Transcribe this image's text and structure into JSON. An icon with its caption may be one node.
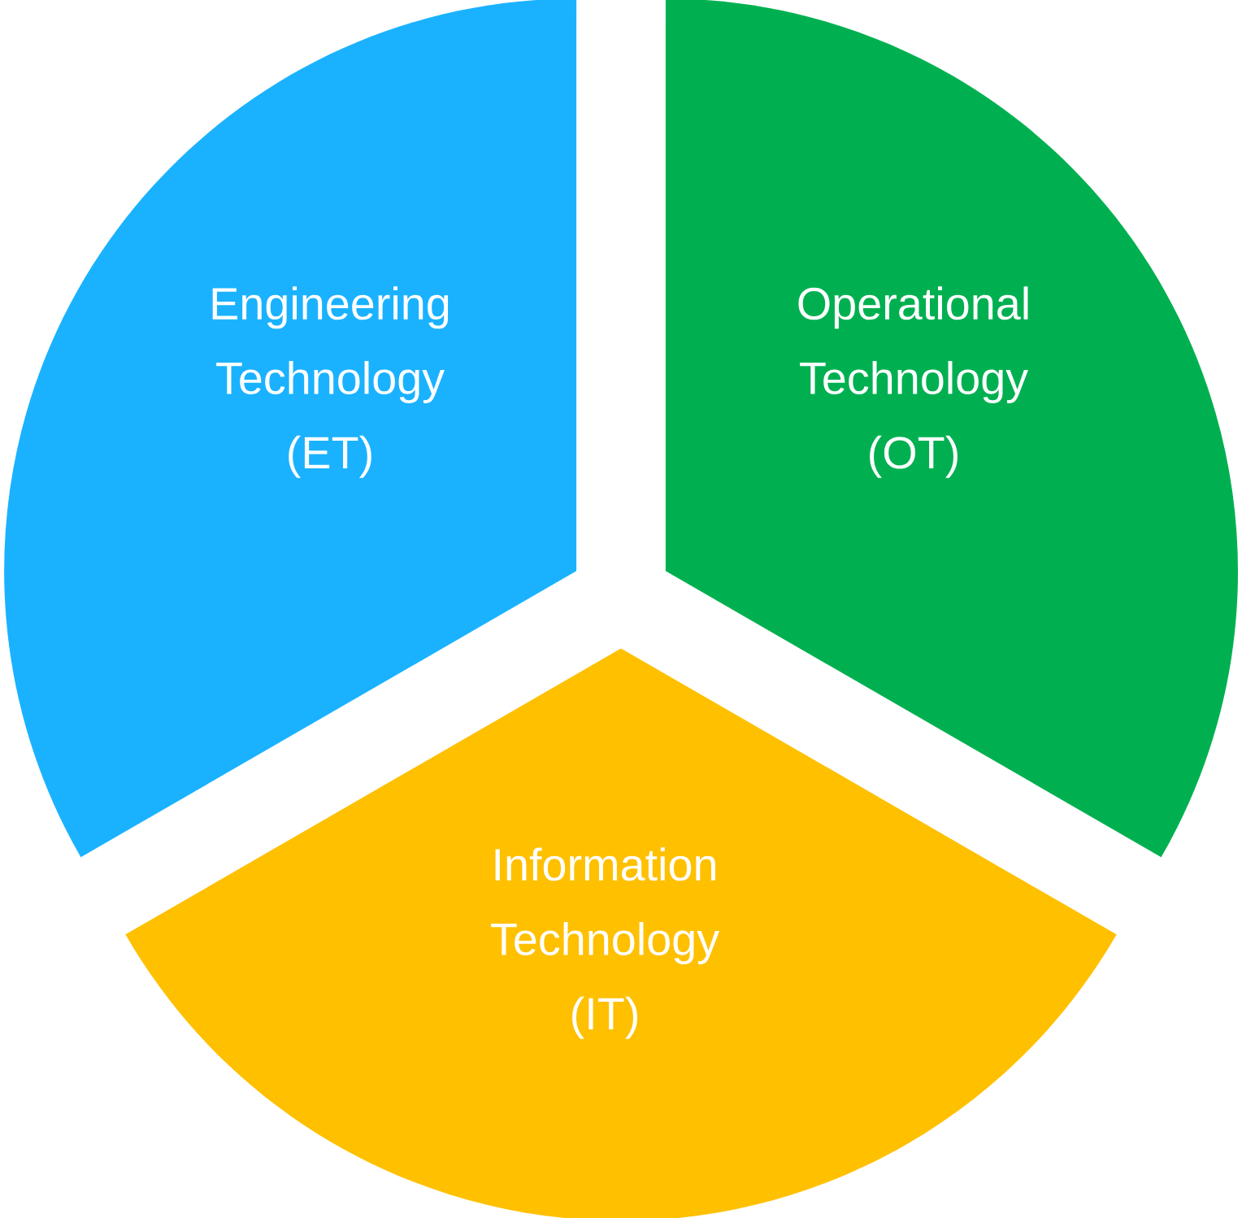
{
  "diagram": {
    "nodes": [
      {
        "text": [
          "Engineering Technology (ET)"
        ]
      },
      {
        "text": [
          "Operational Technology (OT)"
        ]
      },
      {
        "text": [
          "Information Technology (IT)"
        ]
      }
    ]
  }
}
